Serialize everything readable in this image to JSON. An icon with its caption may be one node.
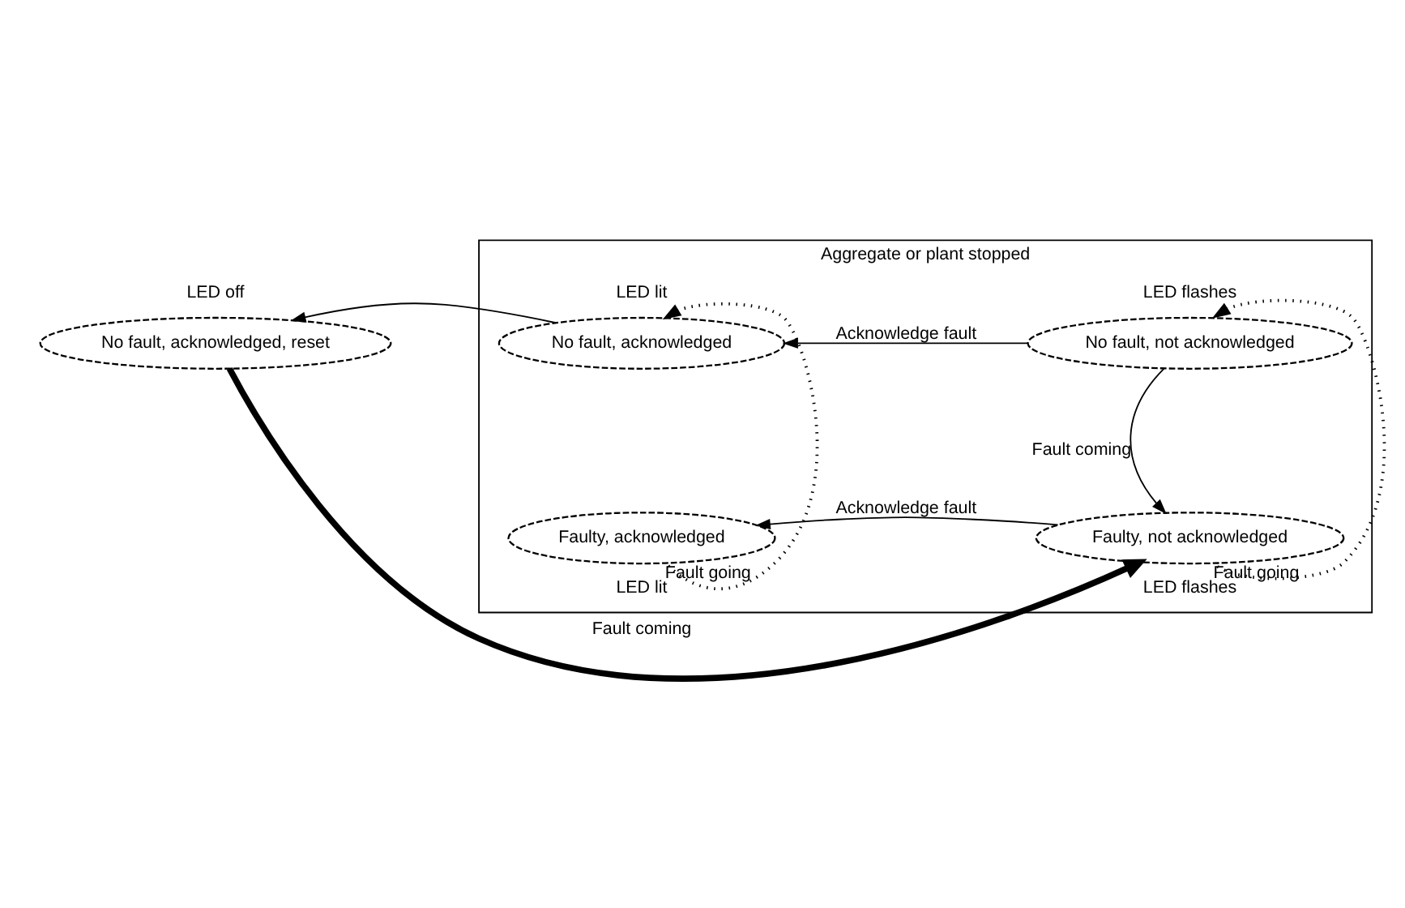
{
  "diagram": {
    "nodes": [
      {
        "text": [
          "Aggregate or plant stopped"
        ]
      },
      {
        "text": [
          "No fault, acknowledged, reset"
        ],
        "beside": [
          "LED off"
        ]
      },
      {
        "text": [
          "No fault, acknowledged"
        ],
        "in": 0,
        "beside": [
          "LED lit"
        ]
      },
      {
        "text": [
          "No fault, not acknowledged"
        ],
        "in": 0,
        "beside": [
          "LED flashes"
        ]
      },
      {
        "text": [
          "Faulty, acknowledged"
        ],
        "in": 0,
        "beside": [
          "LED lit"
        ]
      },
      {
        "text": [
          "Faulty, not acknowledged"
        ],
        "in": 0,
        "beside": [
          "LED flashes"
        ]
      }
    ],
    "edges": [
      {
        "from": 2,
        "to": 1,
        "arrow": "to"
      },
      {
        "from": 3,
        "to": 2,
        "arrow": "to",
        "label": "Acknowledge fault"
      },
      {
        "from": 1,
        "to": 5,
        "arrow": "to",
        "label": "Fault coming",
        "style": "thick"
      },
      {
        "from": 3,
        "to": 5,
        "arrow": "to",
        "label": "Fault coming"
      },
      {
        "from": 5,
        "to": 3,
        "arrow": "to",
        "label": "Fault going",
        "style": "dashed"
      },
      {
        "from": 5,
        "to": 4,
        "arrow": "to",
        "label": "Acknowledge fault"
      },
      {
        "from": 4,
        "to": 2,
        "arrow": "to",
        "label": "Fault going",
        "style": "dashed"
      }
    ]
  }
}
